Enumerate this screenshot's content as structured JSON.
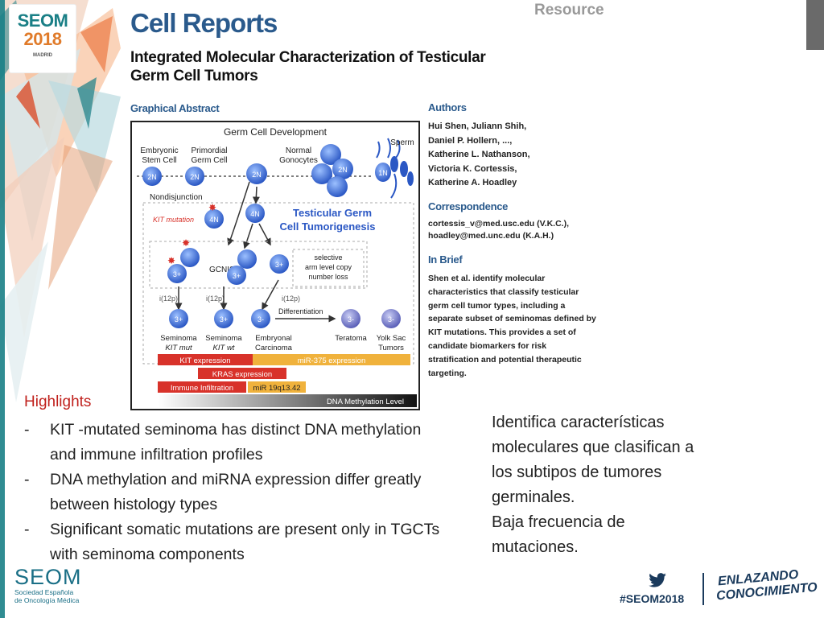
{
  "badge": {
    "line1": "SEOM",
    "line2": "2018",
    "line3": "MADRID"
  },
  "paper": {
    "journal": "Cell Reports",
    "type": "Resource",
    "title_line1": "Integrated Molecular Characterization of Testicular",
    "title_line2": "Germ Cell Tumors",
    "graphical_abstract_label": "Graphical Abstract",
    "authors_label": "Authors",
    "authors": [
      "Hui Shen, Juliann Shih,",
      "Daniel P. Hollern, ...,",
      "Katherine L. Nathanson,",
      "Victoria K. Cortessis,",
      "Katherine A. Hoadley"
    ],
    "correspondence_label": "Correspondence",
    "correspondence": [
      "cortessis_v@med.usc.edu (V.K.C.),",
      "hoadley@med.unc.edu (K.A.H.)"
    ],
    "in_brief_label": "In Brief",
    "in_brief": [
      "Shen et al. identify molecular",
      "characteristics that classify testicular",
      "germ cell tumor types, including a",
      "separate subset of seminomas defined by",
      "KIT mutations. This provides a set of",
      "candidate biomarkers for risk",
      "stratification and potential therapeutic",
      "targeting."
    ]
  },
  "abstract": {
    "title": "Germ Cell Development",
    "embryonic": [
      "Embryonic",
      "Stem Cell"
    ],
    "primordial": [
      "Primordial",
      "Germ Cell"
    ],
    "normal": [
      "Normal",
      "Gonocytes"
    ],
    "sperm": "Sperm",
    "n2": "2N",
    "n1": "1N",
    "n4": "4N",
    "nondisjunction": "Nondisjunction",
    "kit_mutation": "KIT mutation",
    "tumorigenesis": [
      "Testicular Germ",
      "Cell Tumorigenesis"
    ],
    "gcnis": "GCNIS",
    "three_plus": "3+",
    "three_minus": "3-",
    "selective": [
      "selective",
      "arm level copy",
      "number loss"
    ],
    "i12p": "i(12p)",
    "differentiation": "Differentiation",
    "types": [
      {
        "l1": "Seminoma",
        "l2": "KIT mut"
      },
      {
        "l1": "Seminoma",
        "l2": "KIT wt"
      },
      {
        "l1": "Embryonal",
        "l2": "Carcinoma"
      },
      {
        "l1": "Teratoma",
        "l2": ""
      },
      {
        "l1": "Yolk Sac",
        "l2": "Tumors"
      }
    ],
    "kit_expression": "KIT expression",
    "mir375": "miR-375 expression",
    "kras": "KRAS expression",
    "immune": "Immune Infiltration",
    "mir19q": "miR 19q13.42",
    "methylation": "DNA Methylation Level",
    "colors": {
      "cell": "#3d6fd6",
      "red": "#d8322a",
      "orange": "#f0b23c",
      "dark": "#222222"
    }
  },
  "highlights": {
    "title": "Highlights",
    "items": [
      "KIT -mutated seminoma has distinct DNA methylation and immune infiltration profiles",
      "DNA methylation and miRNA expression differ greatly between histology types",
      "Significant somatic mutations are present only in TGCTs with seminoma components"
    ],
    "bullet": "-"
  },
  "note": {
    "lines": [
      "Identifica características",
      "moleculares que clasifican a",
      "los subtipos de tumores",
      "germinales.",
      "Baja frecuencia de",
      "mutaciones."
    ]
  },
  "footer": {
    "seom": "SEOM",
    "sub1": "Sociedad  Española",
    "sub2": "de Oncología Médica",
    "hashtag": "#SEOM2018",
    "enlazando1": "ENLAZANDO",
    "enlazando2": "CONOCIMIENTO"
  },
  "theme": {
    "brand_blue": "#2a5a8c",
    "highlight_red": "#c0201c",
    "teal": "#1a7f86"
  }
}
